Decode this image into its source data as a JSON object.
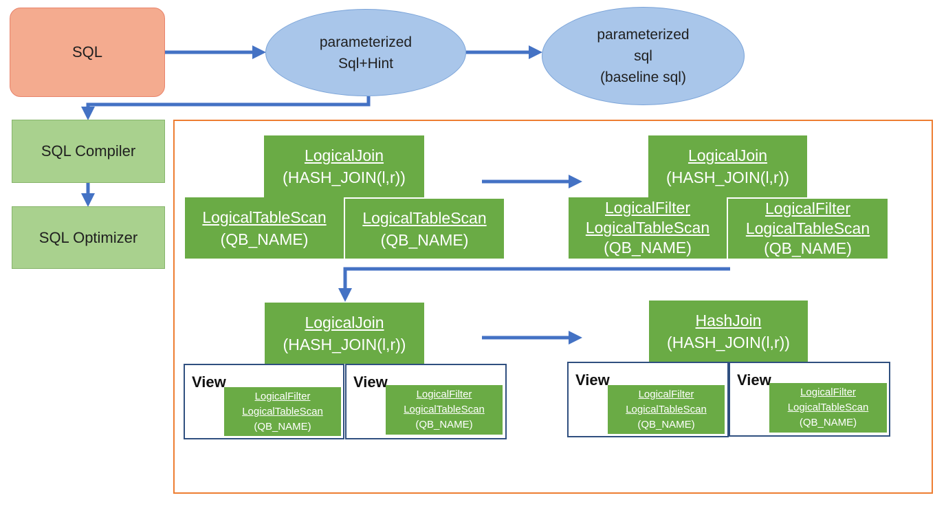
{
  "top": {
    "sql_label": "SQL",
    "param_hint": [
      "parameterized",
      "Sql+Hint"
    ],
    "param_sql": [
      "parameterized",
      "sql",
      "(baseline sql)"
    ]
  },
  "left": {
    "compiler": "SQL Compiler",
    "optimizer": "SQL Optimizer"
  },
  "panel1": {
    "join": [
      "LogicalJoin",
      "(HASH_JOIN(l,r))"
    ],
    "left": [
      "LogicalTableScan",
      "(QB_NAME)"
    ],
    "right": [
      "LogicalTableScan",
      "(QB_NAME)"
    ]
  },
  "panel2": {
    "join": [
      "LogicalJoin",
      "(HASH_JOIN(l,r))"
    ],
    "left": [
      "LogicalFilter",
      "LogicalTableScan",
      "(QB_NAME)"
    ],
    "right": [
      "LogicalFilter",
      "LogicalTableScan",
      "(QB_NAME)"
    ]
  },
  "panel3": {
    "join": [
      "LogicalJoin",
      "(HASH_JOIN(l,r))"
    ],
    "view_label": "View",
    "left": [
      "LogicalFilter",
      "LogicalTableScan",
      "(QB_NAME)"
    ],
    "right": [
      "LogicalFilter",
      "LogicalTableScan",
      "(QB_NAME)"
    ]
  },
  "panel4": {
    "join": [
      "HashJoin",
      "(HASH_JOIN(l,r))"
    ],
    "view_label": "View",
    "left": [
      "LogicalFilter",
      "LogicalTableScan",
      "(QB_NAME)"
    ],
    "right": [
      "LogicalFilter",
      "LogicalTableScan",
      "(QB_NAME)"
    ]
  },
  "colors": {
    "sql_fill": "#f4ab8f",
    "ellipse_fill": "#a9c6ea",
    "stage_fill": "#a9d18e",
    "node_fill": "#6aab45",
    "arrow": "#4472c4",
    "frame": "#ed7d31",
    "view_border": "#2f4f7f"
  }
}
